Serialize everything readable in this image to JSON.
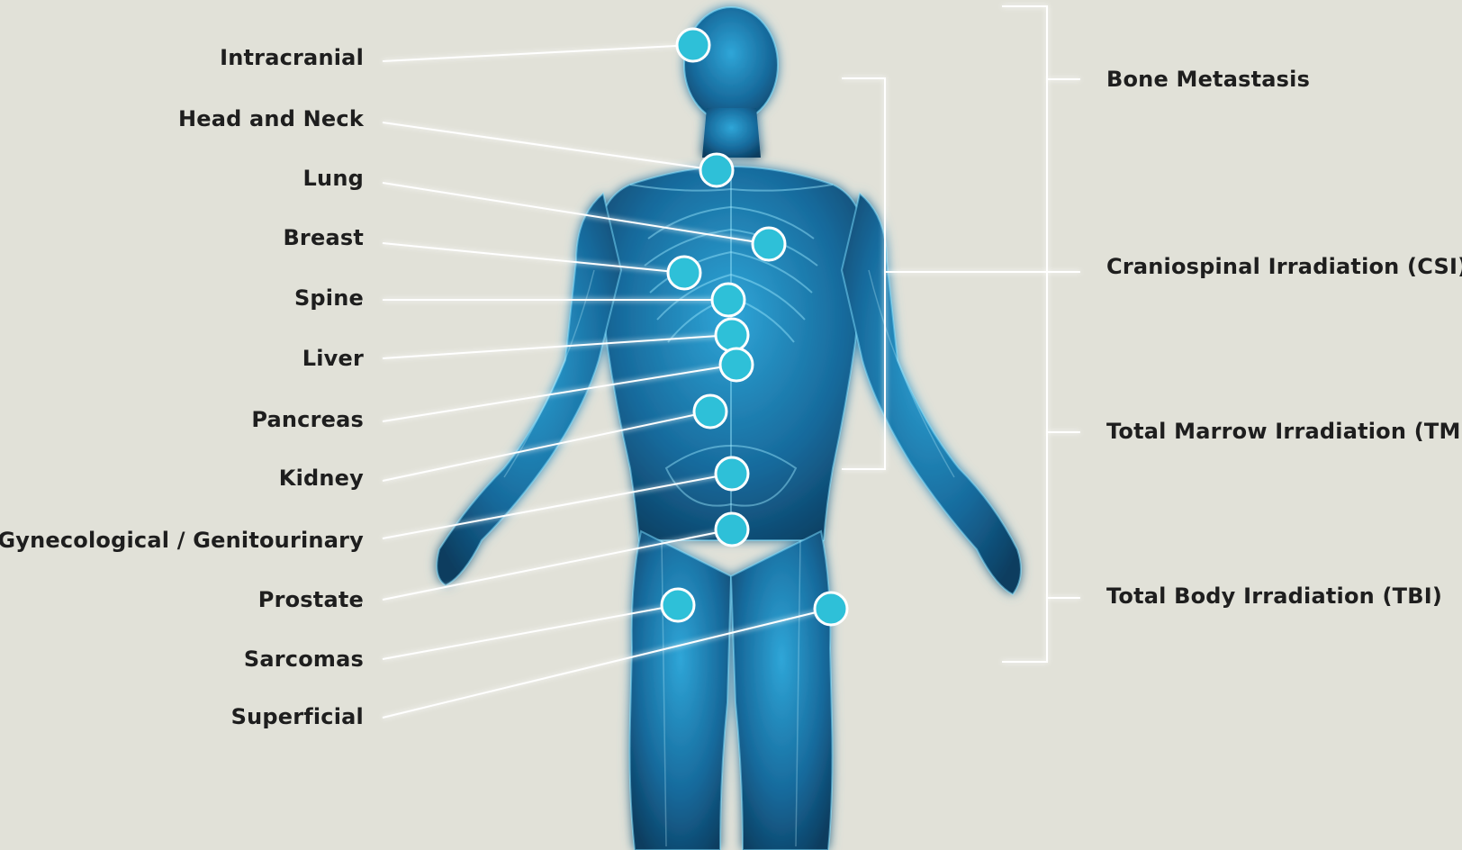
{
  "diagram": {
    "sites": [
      {
        "key": "intracranial",
        "label": "Intracranial"
      },
      {
        "key": "head-neck",
        "label": "Head and Neck"
      },
      {
        "key": "lung",
        "label": "Lung"
      },
      {
        "key": "breast",
        "label": "Breast"
      },
      {
        "key": "spine",
        "label": "Spine"
      },
      {
        "key": "liver",
        "label": "Liver"
      },
      {
        "key": "pancreas",
        "label": "Pancreas"
      },
      {
        "key": "kidney",
        "label": "Kidney"
      },
      {
        "key": "gyn-gu",
        "label": "Gynecological / Genitourinary"
      },
      {
        "key": "prostate",
        "label": "Prostate"
      },
      {
        "key": "sarcomas",
        "label": "Sarcomas"
      },
      {
        "key": "superficial",
        "label": "Superficial"
      }
    ],
    "treatments": [
      {
        "key": "bone-met",
        "label": "Bone Metastasis"
      },
      {
        "key": "csi",
        "label": "Craniospinal Irradiation (CSI)"
      },
      {
        "key": "tmi",
        "label": "Total Marrow Irradiation (TMI)"
      },
      {
        "key": "tbi",
        "label": "Total Body Irradiation (TBI)"
      }
    ],
    "colors": {
      "background": "#e1e1d8",
      "body_fill": "#1d7fb4",
      "body_dark": "#0b3c5e",
      "body_glow": "#7fe0ff",
      "marker": "#2ec0d8",
      "marker_outline": "#ffffff",
      "leader_line": "#ffffff",
      "bracket": "#ffffff",
      "label_text": "#1e1e1e"
    },
    "figure": "human-body-xray-icon"
  }
}
